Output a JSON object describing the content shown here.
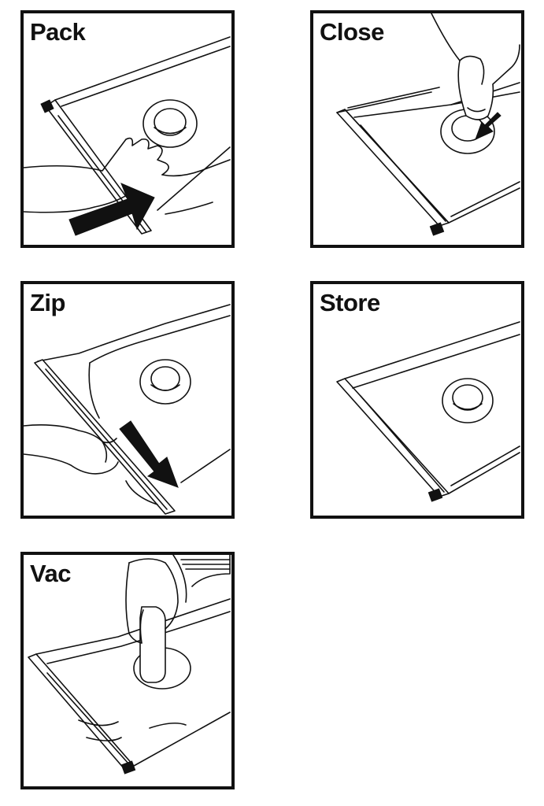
{
  "steps": [
    {
      "label": "Pack"
    },
    {
      "label": "Close"
    },
    {
      "label": "Zip"
    },
    {
      "label": "Store"
    },
    {
      "label": "Vac"
    }
  ]
}
